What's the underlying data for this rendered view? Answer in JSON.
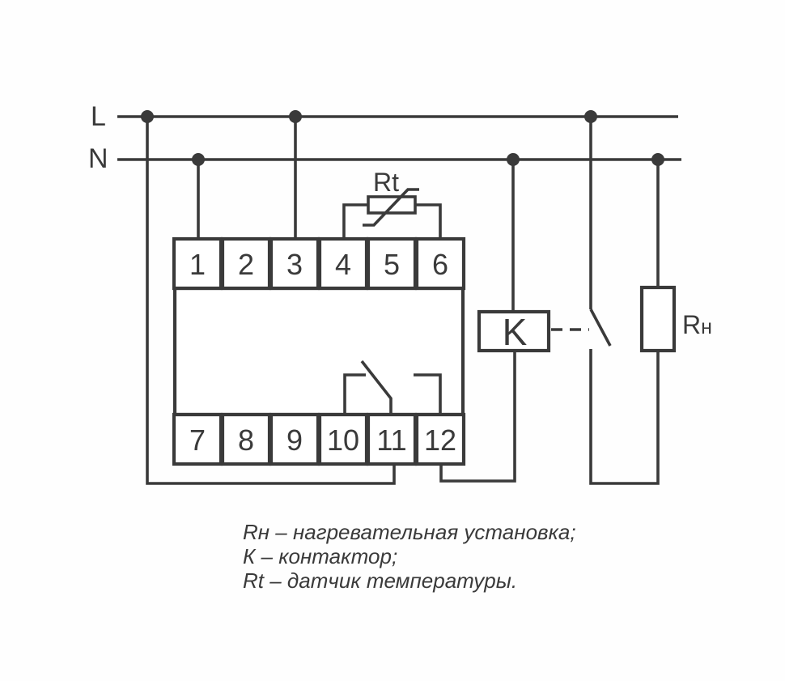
{
  "diagram": {
    "bus": {
      "line_label": "L",
      "neutral_label": "N"
    },
    "device": {
      "top_terminals": [
        "1",
        "2",
        "3",
        "4",
        "5",
        "6"
      ],
      "bottom_terminals": [
        "7",
        "8",
        "9",
        "10",
        "11",
        "12"
      ]
    },
    "components": {
      "temperature_sensor_label": "Rt",
      "contactor_label": "K",
      "heater_label_main": "R",
      "heater_label_sub": "н"
    },
    "legend": [
      "Rн – нагревательная установка;",
      "К – контактор;",
      "Rt – датчик температуры."
    ],
    "colors": {
      "ink": "#3a3a3a",
      "background": "#ffffff"
    }
  }
}
